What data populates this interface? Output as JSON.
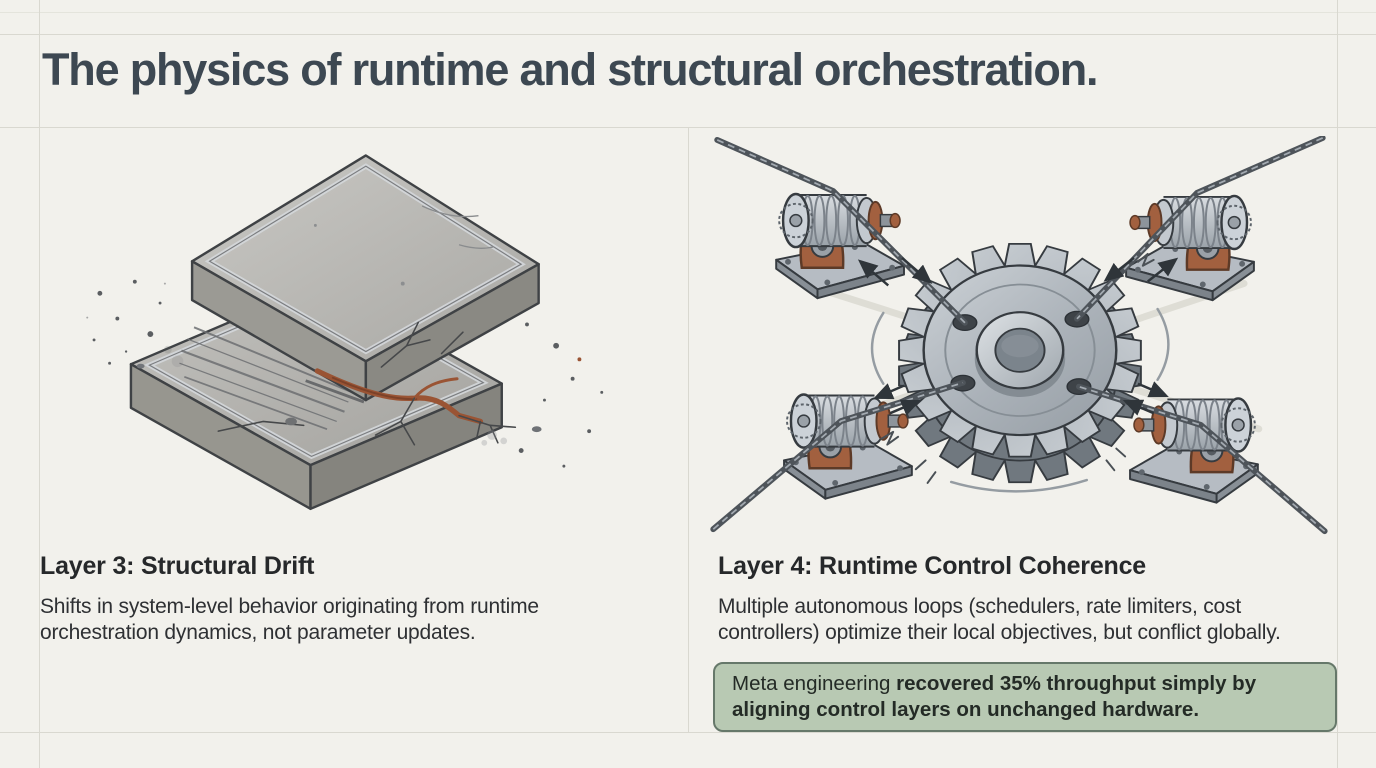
{
  "title": "The physics of runtime and structural orchestration.",
  "panels": {
    "left": {
      "heading": "Layer 3: Structural Drift",
      "body_lines": [
        "Shifts in system-level behavior originating from runtime",
        "orchestration dynamics, not parameter updates."
      ],
      "illustration": "two-cracked-concrete-slabs-drifting-apart"
    },
    "right": {
      "heading": "Layer 4: Runtime Control Coherence",
      "body_lines": [
        "Multiple autonomous loops (schedulers, rate limiters, cost",
        "controllers) optimize their local objectives, but conflict globally."
      ],
      "illustration": "central-gear-pulled-by-four-cable-winches",
      "callout": {
        "regular": "Meta engineering ",
        "bold_line1": "recovered 35% throughput simply by",
        "bold_line2": "aligning control layers on unchanged hardware."
      }
    }
  },
  "colors": {
    "background": "#f2f1ec",
    "grid_line": "#d9d8d0",
    "title_text": "#3d4852",
    "heading_text": "#26282a",
    "body_text": "#2e3033",
    "callout_bg": "#b8c9b3",
    "callout_border": "#66786a",
    "callout_text": "#242b26",
    "rust_crack": "#9a5434",
    "copper": "#a2603f",
    "metal_light": "#ccd2d8",
    "metal_dark": "#70787f"
  }
}
